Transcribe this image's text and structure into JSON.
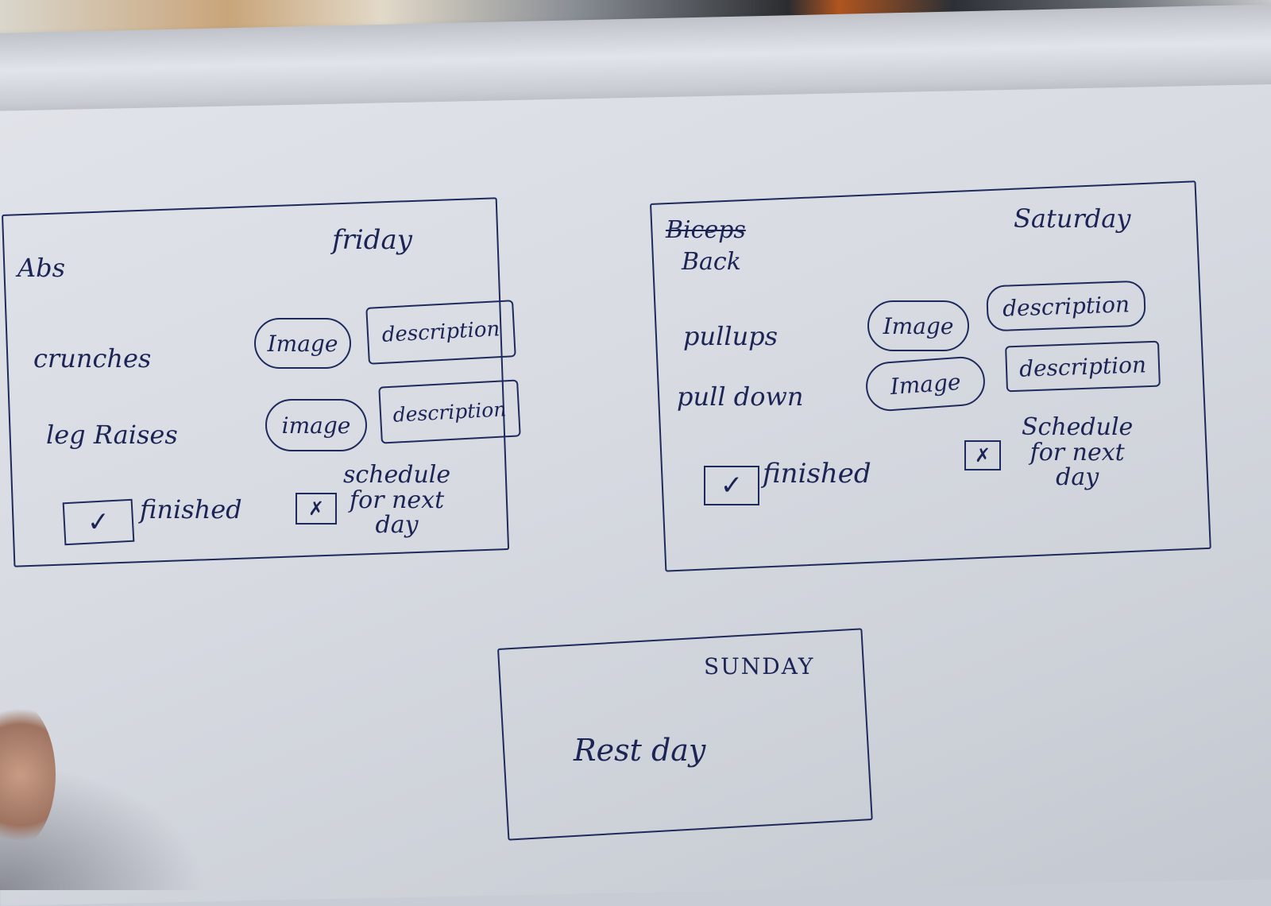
{
  "friday": {
    "day": "friday",
    "category": "Abs",
    "exercises": [
      {
        "name": "crunches",
        "image_label": "Image",
        "description_label": "description"
      },
      {
        "name": "leg Raises",
        "image_label": "image",
        "description_label": "description"
      }
    ],
    "finished_label": "finished",
    "finished_mark": "✓",
    "schedule_label": "schedule\nfor next\nday",
    "schedule_mark": "✗"
  },
  "saturday": {
    "day": "Saturday",
    "category_struck": "Biceps",
    "category": "Back",
    "exercises": [
      {
        "name": "pullups",
        "image_label": "Image",
        "description_label": "description"
      },
      {
        "name": "pull down",
        "image_label": "Image",
        "description_label": "description"
      }
    ],
    "finished_label": "finished",
    "finished_mark": "✓",
    "schedule_label": "Schedule\nfor next\nday",
    "schedule_mark": "✗"
  },
  "sunday": {
    "day": "SUNDAY",
    "note": "Rest day"
  },
  "colors": {
    "ink": "#1c2456",
    "paper": "#dde0e6"
  }
}
